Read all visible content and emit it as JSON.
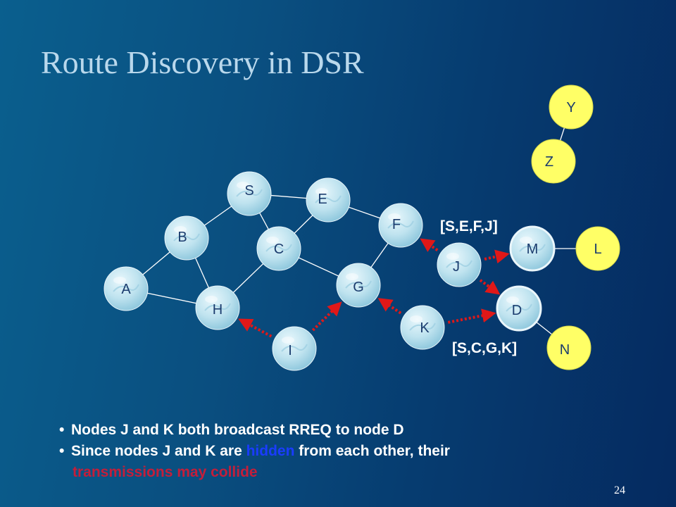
{
  "slide": {
    "title": "Route Discovery in DSR",
    "page_number": "24"
  },
  "graph": {
    "nodes": [
      {
        "id": "S",
        "label": "S",
        "style": "bubble"
      },
      {
        "id": "E",
        "label": "E",
        "style": "bubble"
      },
      {
        "id": "F",
        "label": "F",
        "style": "bubble"
      },
      {
        "id": "B",
        "label": "B",
        "style": "bubble"
      },
      {
        "id": "C",
        "label": "C",
        "style": "bubble"
      },
      {
        "id": "A",
        "label": "A",
        "style": "bubble"
      },
      {
        "id": "H",
        "label": "H",
        "style": "bubble"
      },
      {
        "id": "G",
        "label": "G",
        "style": "bubble"
      },
      {
        "id": "I",
        "label": "I",
        "style": "bubble"
      },
      {
        "id": "J",
        "label": "J",
        "style": "bubble"
      },
      {
        "id": "K",
        "label": "K",
        "style": "bubble"
      },
      {
        "id": "M",
        "label": "M",
        "style": "bubble"
      },
      {
        "id": "D",
        "label": "D",
        "style": "bubble"
      },
      {
        "id": "Y",
        "label": "Y",
        "style": "yellow"
      },
      {
        "id": "Z",
        "label": "Z",
        "style": "yellow"
      },
      {
        "id": "L",
        "label": "L",
        "style": "yellow"
      },
      {
        "id": "N",
        "label": "N",
        "style": "yellow"
      }
    ],
    "edges": [
      [
        "S",
        "E"
      ],
      [
        "S",
        "B"
      ],
      [
        "S",
        "C"
      ],
      [
        "E",
        "F"
      ],
      [
        "E",
        "C"
      ],
      [
        "B",
        "A"
      ],
      [
        "B",
        "H"
      ],
      [
        "A",
        "H"
      ],
      [
        "C",
        "H"
      ],
      [
        "C",
        "G"
      ],
      [
        "F",
        "G"
      ],
      [
        "M",
        "L"
      ],
      [
        "D",
        "N"
      ],
      [
        "Y",
        "Z"
      ]
    ],
    "broadcasts": [
      {
        "from": "I",
        "to": "H"
      },
      {
        "from": "I",
        "to": "G"
      },
      {
        "from": "J",
        "to": "F"
      },
      {
        "from": "J",
        "to": "M"
      },
      {
        "from": "J",
        "to": "D"
      },
      {
        "from": "K",
        "to": "G"
      },
      {
        "from": "K",
        "to": "D"
      }
    ],
    "route_labels": {
      "upper": "[S,E,F,J]",
      "lower": "[S,C,G,K]"
    }
  },
  "bullets": {
    "line1": "Nodes J and K both broadcast RREQ to node D",
    "line2_prefix": "Since nodes J and K are ",
    "line2_hidden": "hidden",
    "line2_suffix": " from each other, their",
    "line3": "transmissions may collide"
  },
  "colors": {
    "bubble_fill": "#bfe3ef",
    "yellow_fill": "#ffff66",
    "arrow": "#e01818",
    "edge": "#ffffff",
    "hidden_text": "#1a3cff",
    "collide_text": "#c41e3a"
  }
}
